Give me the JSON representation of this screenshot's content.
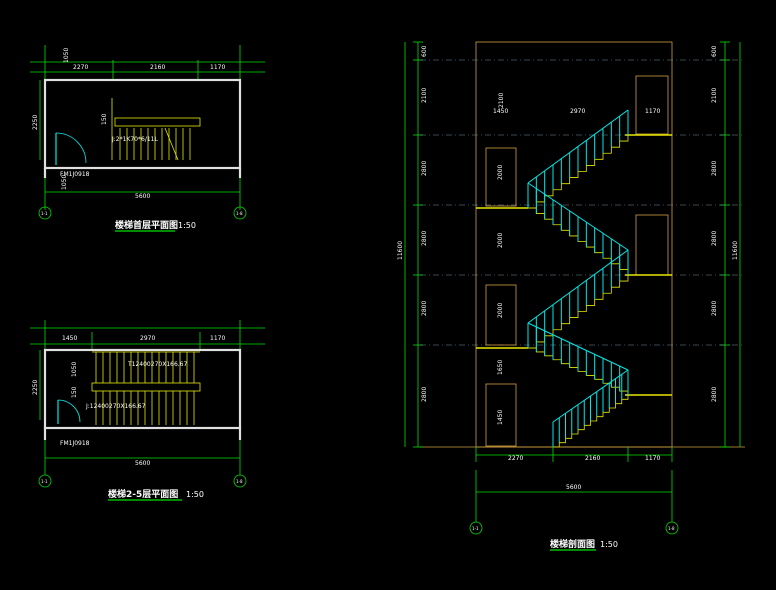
{
  "plan_first": {
    "title": "楼梯首层平面图",
    "scale": "1:50",
    "top_dims": [
      "2270",
      "2160",
      "1170"
    ],
    "left_dim": "2250",
    "top_small": "1050",
    "bottom_dim": "5600",
    "door_tag": "FM1J0918",
    "door_dim": "1050",
    "stair_note": "J:2*1K70*6/11L",
    "stair_dim": "150",
    "axis_left": "1-1",
    "axis_right": "1-8"
  },
  "plan_typical": {
    "title": "楼梯2-5层平面图",
    "scale": "1:50",
    "top_dims": [
      "1450",
      "2970",
      "1170"
    ],
    "left_dim": "2250",
    "bottom_dim": "5600",
    "door_tag": "FM1J0918",
    "stair_note_1": "T12400270X166.67",
    "stair_note_2": "J:12400270X166.67",
    "dim_1050": "1050",
    "dim_150": "150",
    "axis_left": "1-1",
    "axis_right": "1-8"
  },
  "section": {
    "title": "楼梯剖面图",
    "scale": "1:50",
    "left_levels": [
      "600",
      "2100",
      "2800",
      "2800",
      "2800",
      "2800"
    ],
    "right_levels": [
      "600",
      "2100",
      "2800",
      "2800",
      "2800",
      "2800"
    ],
    "total_height": "11600",
    "inner_dims": [
      "2100",
      "1450",
      "2970",
      "1170"
    ],
    "door_dims": [
      "2000",
      "2000",
      "2000",
      "1450"
    ],
    "inner_1650": "1650",
    "bottom_dims": [
      "2270",
      "2160",
      "1170"
    ],
    "bottom_total": "5600",
    "axis_left": "1-1",
    "axis_right": "1-8"
  }
}
